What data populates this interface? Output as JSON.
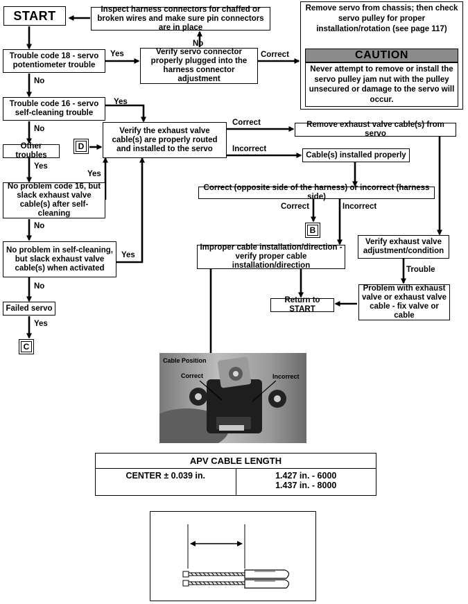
{
  "flowchart": {
    "start": "START",
    "inspect_harness": "Inspect harness connectors for chaffed or broken wires and make sure pin connectors are in place",
    "remove_servo": "Remove servo from chassis; then check servo pulley for proper installation/rotation (see page 117)",
    "caution_title": "CAUTION",
    "caution_text": "Never attempt to remove or install the servo pulley jam nut with the pulley unsecured or damage to the servo will occur.",
    "code18": "Trouble code 18 - servo potentiometer trouble",
    "verify_connector": "Verify servo connector properly plugged into the harness connector adjustment",
    "code16": "Trouble code 16 - servo self-cleaning trouble",
    "verify_cable": "Verify the exhaust valve cable(s) are properly routed and installed to the servo",
    "remove_cable": "Remove exhaust valve cable(s) from servo",
    "cable_installed": "Cable(s) installed properly",
    "correct_opposite": "Correct (opposite side of the harness) or incorrect (harness side)",
    "other_troubles": "Other troubles",
    "no_problem_16": "No problem code 16, but slack exhaust valve cable(s) after self-cleaning",
    "no_problem_self": "No problem in self-cleaning, but slack exhaust valve cable(s) when activated",
    "failed_servo": "Failed servo",
    "improper_cable": "Improper cable installation/direction - verify proper cable installation/direction",
    "verify_adjust": "Verify exhaust valve adjustment/condition",
    "return_start": "Return to START",
    "problem_valve": "Problem with exhaust valve or exhaust valve cable - fix valve or cable",
    "tag_d": "D",
    "tag_b": "B",
    "tag_c": "C"
  },
  "edge_labels": {
    "yes": "Yes",
    "no": "No",
    "correct": "Correct",
    "incorrect": "Incorrect",
    "trouble": "Trouble"
  },
  "photo": {
    "title": "Cable Position",
    "label_correct": "Correct",
    "label_incorrect": "Incorrect"
  },
  "apv_table": {
    "title": "APV CABLE LENGTH",
    "left": "CENTER ± 0.039 in.",
    "right_line1": "1.427 in. - 6000",
    "right_line2": "1.437 in. - 8000"
  },
  "colors": {
    "line": "#000000",
    "caution_banner": "#8c8c8c"
  }
}
